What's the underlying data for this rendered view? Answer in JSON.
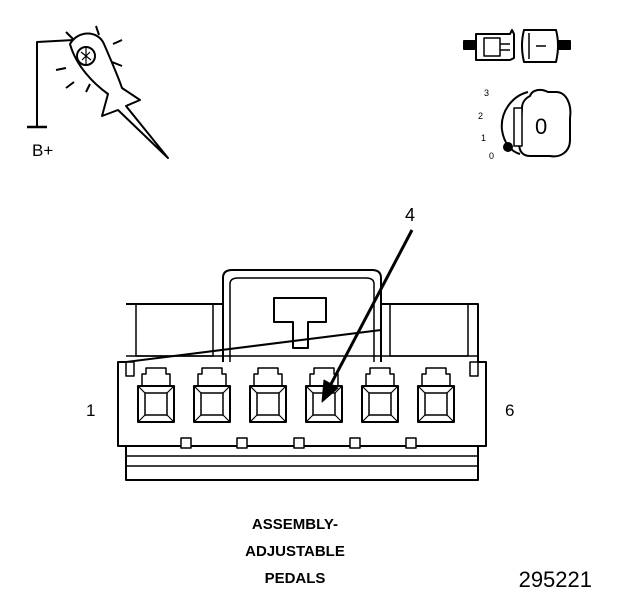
{
  "test_light": {
    "power_label": "B+"
  },
  "ignition": {
    "positions": [
      "3",
      "2",
      "1",
      "0"
    ],
    "key_label": "0"
  },
  "connector": {
    "pin_left_label": "1",
    "pin_right_label": "6",
    "callout_label": "4",
    "title_lines": [
      "ASSEMBLY-",
      "ADJUSTABLE",
      "PEDALS"
    ]
  },
  "figure_number": "295221"
}
